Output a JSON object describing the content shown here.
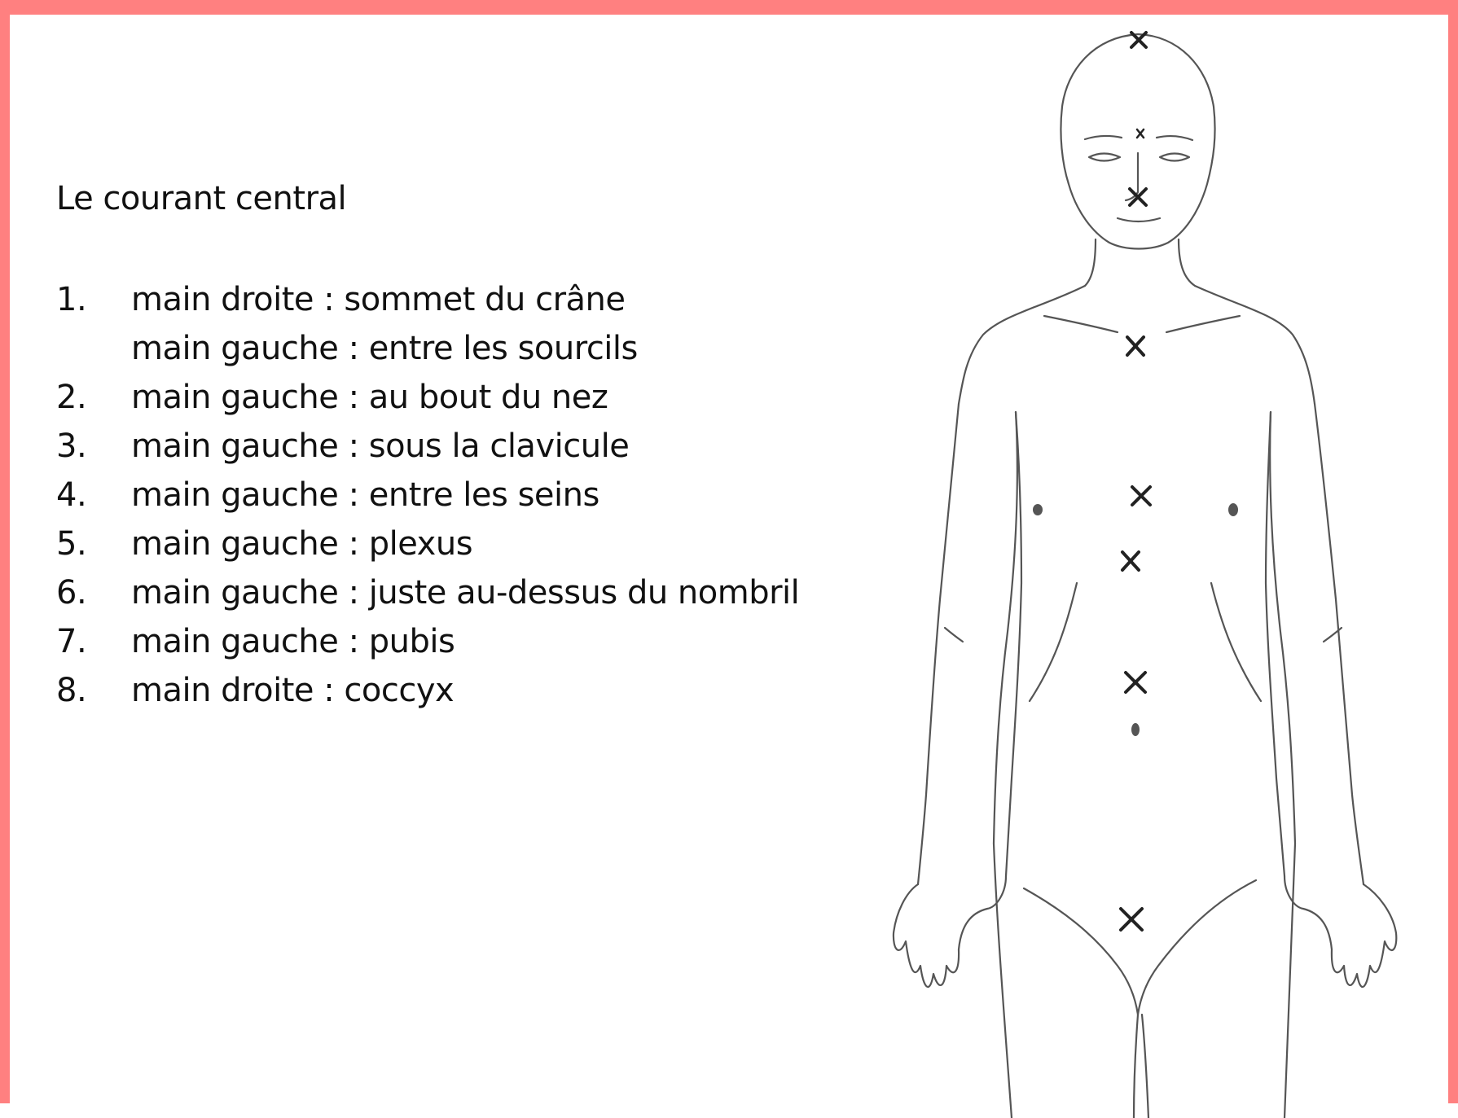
{
  "title": "Le courant central",
  "steps": [
    {
      "num": "1.",
      "lines": [
        "main droite : sommet du crâne",
        "main gauche : entre les sourcils"
      ]
    },
    {
      "num": "2.",
      "lines": [
        "main gauche : au bout du nez"
      ]
    },
    {
      "num": "3.",
      "lines": [
        "main gauche : sous la clavicule"
      ]
    },
    {
      "num": "4.",
      "lines": [
        "main gauche : entre les seins"
      ]
    },
    {
      "num": "5.",
      "lines": [
        "main gauche : plexus"
      ]
    },
    {
      "num": "6.",
      "lines": [
        "main gauche : juste au-dessus du nombril"
      ]
    },
    {
      "num": "7.",
      "lines": [
        "main gauche : pubis"
      ]
    },
    {
      "num": "8.",
      "lines": [
        "main droite : coccyx"
      ]
    }
  ],
  "colors": {
    "frame": "#ff8080",
    "text": "#111111",
    "sketch": "#555555"
  }
}
